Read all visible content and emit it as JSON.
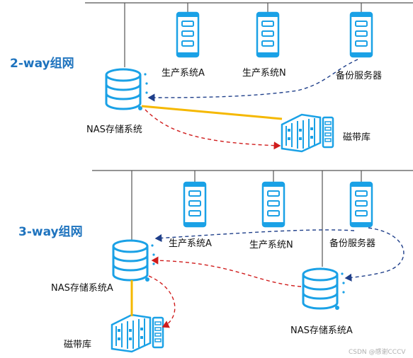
{
  "section_2way": {
    "title": "2-way组网",
    "prod_a": "生产系统A",
    "prod_n": "生产系统N",
    "backup": "备份服务器",
    "nas": "NAS存储系统",
    "tape": "磁带库"
  },
  "section_3way": {
    "title": "3-way组网",
    "prod_a": "生产系统A",
    "prod_n": "生产系统N",
    "backup": "备份服务器",
    "nas_left": "NAS存储系统A",
    "nas_right": "NAS存储系统A",
    "tape": "磁带库"
  },
  "watermark": "CSDN @感谢CCCV",
  "colors": {
    "blue": "#1aa1e6",
    "link_yellow": "#f5b800",
    "dash_red": "#d01c1c",
    "dash_navy": "#1f3f8a",
    "title": "#1e73be"
  }
}
